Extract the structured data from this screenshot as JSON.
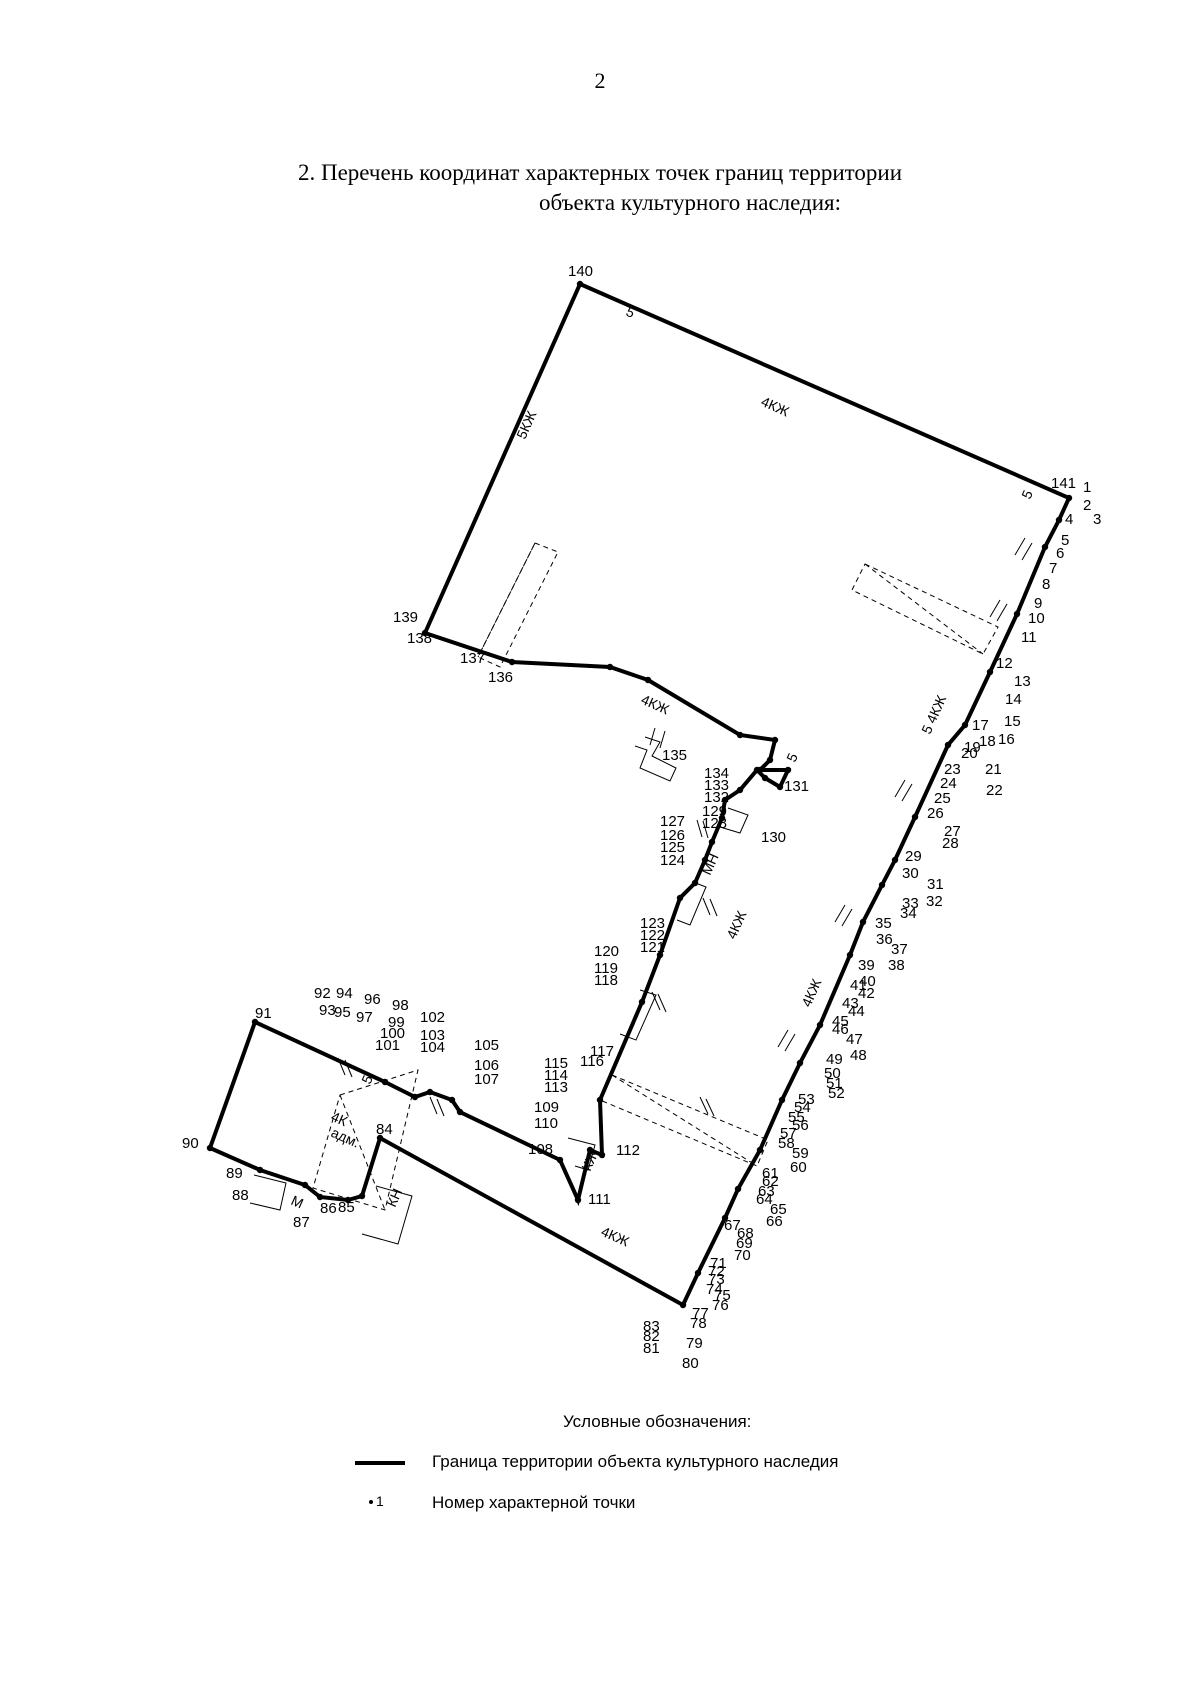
{
  "page_number": "2",
  "title": {
    "line1": "2. Перечень координат характерных точек границ территории",
    "line2": "объекта культурного наследия:"
  },
  "building_labels": [
    {
      "text": "4КЖ"
    },
    {
      "text": "5КЖ"
    },
    {
      "text": "5"
    },
    {
      "text": "5"
    },
    {
      "text": "4КЖ"
    },
    {
      "text": "5"
    },
    {
      "text": "5 4КЖ"
    },
    {
      "text": "4КЖ"
    },
    {
      "text": "4КЖ"
    },
    {
      "text": "4КЖ"
    },
    {
      "text": "4К"
    },
    {
      "text": "адм."
    },
    {
      "text": "5"
    },
    {
      "text": "КН"
    },
    {
      "text": "МН"
    },
    {
      "text": "М"
    },
    {
      "text": "КЖ"
    }
  ],
  "point_numbers": [
    "140",
    "141",
    "1",
    "2",
    "3",
    "4",
    "5",
    "6",
    "7",
    "8",
    "9",
    "10",
    "11",
    "12",
    "13",
    "14",
    "15",
    "16",
    "17",
    "18",
    "19",
    "20",
    "21",
    "22",
    "23",
    "24",
    "25",
    "26",
    "27",
    "28",
    "29",
    "30",
    "31",
    "32",
    "33",
    "34",
    "35",
    "36",
    "37",
    "38",
    "39",
    "40",
    "41",
    "42",
    "43",
    "44",
    "45",
    "46",
    "47",
    "48",
    "49",
    "50",
    "51",
    "52",
    "53",
    "54",
    "55",
    "56",
    "57",
    "58",
    "59",
    "60",
    "61",
    "62",
    "63",
    "64",
    "65",
    "66",
    "67",
    "68",
    "69",
    "70",
    "71",
    "72",
    "73",
    "74",
    "75",
    "76",
    "77",
    "78",
    "79",
    "80",
    "81",
    "82",
    "83",
    "84",
    "85",
    "86",
    "87",
    "88",
    "89",
    "90",
    "91",
    "92",
    "93",
    "94",
    "95",
    "96",
    "97",
    "98",
    "99",
    "100",
    "101",
    "102",
    "103",
    "104",
    "105",
    "106",
    "107",
    "108",
    "109",
    "110",
    "111",
    "112",
    "113",
    "114",
    "115",
    "116",
    "117",
    "118",
    "119",
    "120",
    "121",
    "122",
    "123",
    "124",
    "125",
    "126",
    "127",
    "128",
    "129",
    "130",
    "131",
    "132",
    "133",
    "134",
    "135",
    "136",
    "137",
    "138",
    "139"
  ],
  "legend": {
    "title": "Условные обозначения:",
    "boundary": "Граница территории объекта культурного наследия",
    "point_marker": "1",
    "point": "Номер характерной точки"
  }
}
